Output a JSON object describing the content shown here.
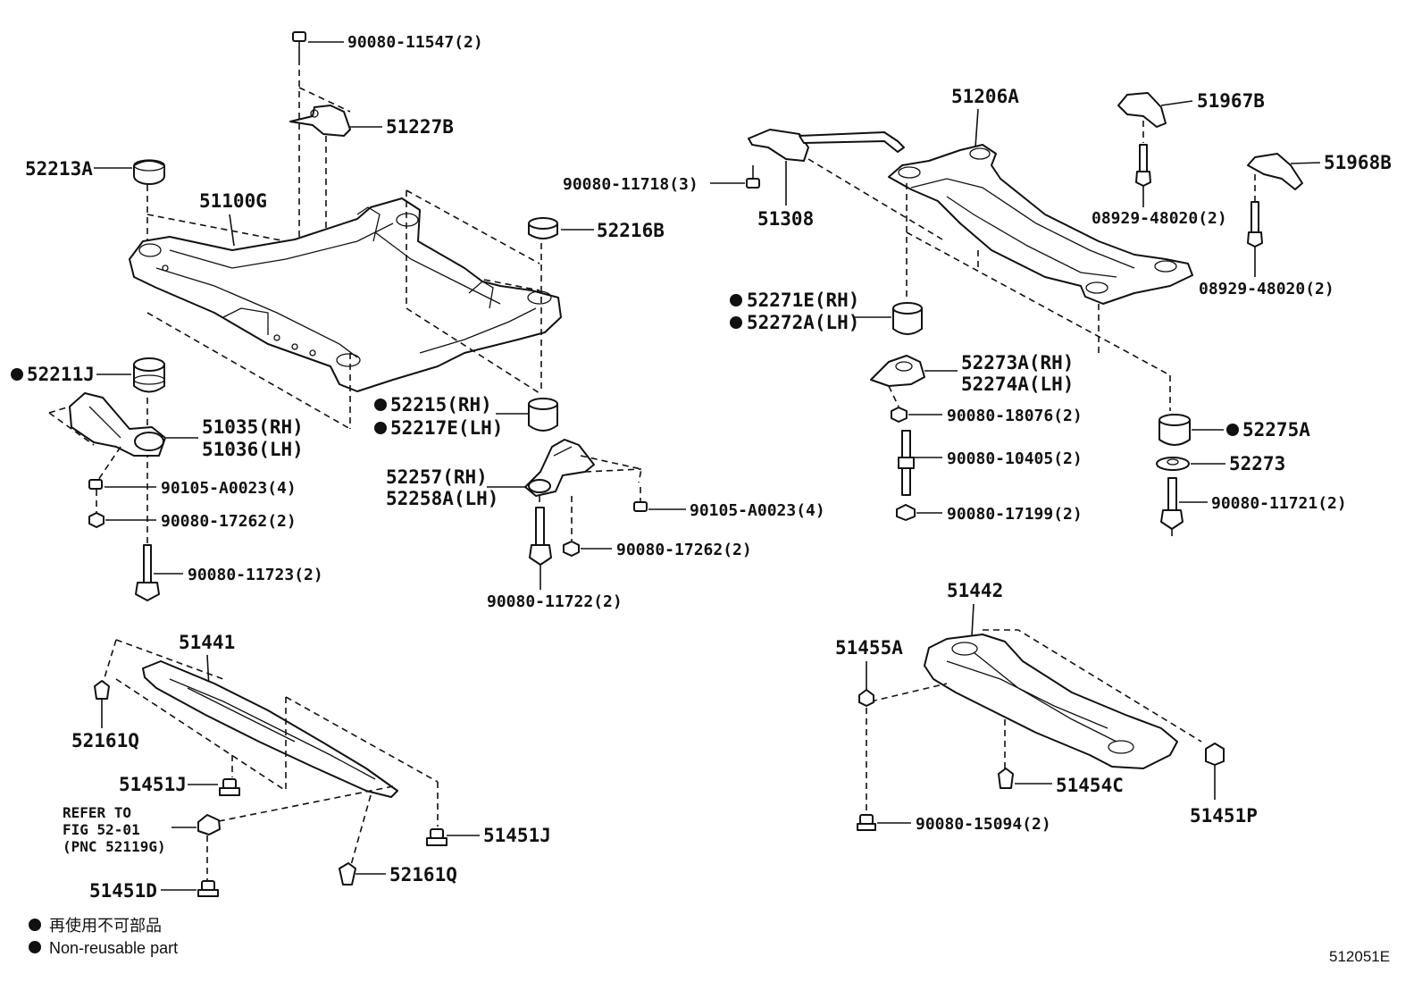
{
  "labels": {
    "p90080_11547": "90080-11547(2)",
    "p51227b": "51227B",
    "p52213a": "52213A",
    "p51100g": "51100G",
    "p52216b": "52216B",
    "p52211j": "52211J",
    "p51035": "51035(RH)",
    "p51036": "51036(LH)",
    "p90105_a0023_l": "90105-A0023(4)",
    "p90080_17262_l": "90080-17262(2)",
    "p90080_11723": "90080-11723(2)",
    "p52215": "52215(RH)",
    "p52217e": "52217E(LH)",
    "p52257": "52257(RH)",
    "p52258a": "52258A(LH)",
    "p90105_a0023_r": "90105-A0023(4)",
    "p90080_17262_r": "90080-17262(2)",
    "p90080_11722": "90080-11722(2)",
    "p51206a": "51206A",
    "p90080_11718": "90080-11718(3)",
    "p51308": "51308",
    "p51967b": "51967B",
    "p08929_a": "08929-48020(2)",
    "p51968b": "51968B",
    "p08929_b": "08929-48020(2)",
    "p52271e": "52271E(RH)",
    "p52272a": "52272A(LH)",
    "p52273a": "52273A(RH)",
    "p52274a": "52274A(LH)",
    "p90080_18076": "90080-18076(2)",
    "p90080_10405": "90080-10405(2)",
    "p90080_17199": "90080-17199(2)",
    "p52275a": "52275A",
    "p52273": "52273",
    "p90080_11721": "90080-11721(2)",
    "p51441": "51441",
    "p52161q_a": "52161Q",
    "p51451j_a": "51451J",
    "p51451j_b": "51451J",
    "p52161q_b": "52161Q",
    "p51451d": "51451D",
    "p51442": "51442",
    "p51455a": "51455A",
    "p51454c": "51454C",
    "p90080_15094": "90080-15094(2)",
    "p51451p": "51451P"
  },
  "refer_note": {
    "line1": "REFER TO",
    "line2": "FIG 52-01",
    "line3": "(PNC 52119G)"
  },
  "legend": {
    "jp": "再使用不可部品",
    "en": "Non-reusable part"
  },
  "figure_code": "512051E"
}
